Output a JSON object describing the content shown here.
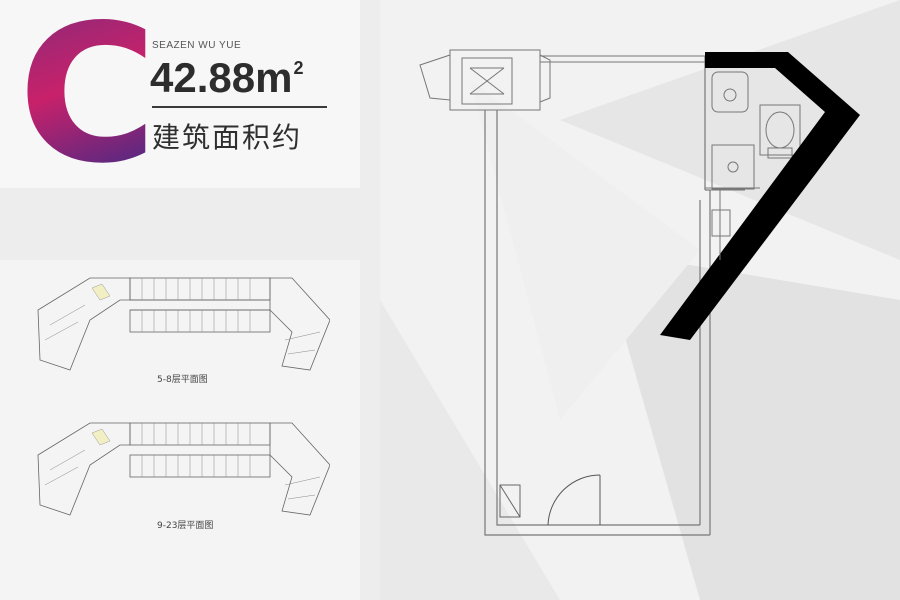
{
  "unit": {
    "letter": "C",
    "brand": "SEAZEN WU YUE",
    "area_number": "42.88",
    "area_unit": "m",
    "area_exponent": "2",
    "area_label": "建筑面积约"
  },
  "floor_plans": [
    {
      "caption": "5-8层平面图"
    },
    {
      "caption": "9-23层平面图"
    }
  ],
  "colors": {
    "accent_purple": "#3f2a86",
    "accent_magenta": "#c8216a",
    "highlight_unit": "#f3efc4",
    "wall_black": "#000000"
  }
}
